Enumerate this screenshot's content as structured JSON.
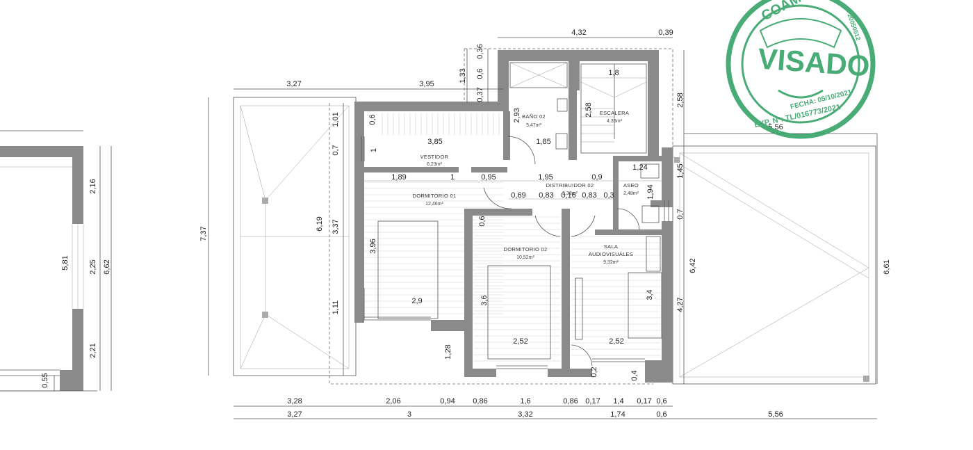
{
  "rooms": [
    {
      "key": "vestidor",
      "name": "VESTIDOR",
      "area": "6,23m²"
    },
    {
      "key": "bano",
      "name": "BAÑO 02",
      "area": "5,47m²"
    },
    {
      "key": "escalera",
      "name": "ESCALERA",
      "area": "4,35m²"
    },
    {
      "key": "distribuidor",
      "name": "DISTRIBUIDOR 02",
      "area": "3,33m²"
    },
    {
      "key": "aseo",
      "name": "ASEO",
      "area": "2,48m²"
    },
    {
      "key": "dormitorio1",
      "name": "DORMITORIO 01",
      "area": "12,46m²"
    },
    {
      "key": "dormitorio2",
      "name": "DORMITORIO 02",
      "area": "10,52m²"
    },
    {
      "key": "sala",
      "name": "SALA",
      "name2": "AUDIOVISUALES",
      "area": "9,32m²"
    }
  ],
  "dimensions": {
    "top_432": "4,32",
    "top_039": "0,39",
    "top_327": "3,27",
    "top_395": "3,95",
    "v_133": "1,33",
    "v_036": "0,36",
    "v_06a": "0,6",
    "v_037": "0,37",
    "v_293": "2,93",
    "v_258a": "2,58",
    "v_258b": "2,58",
    "i_18": "1,8",
    "i_06": "0,6",
    "i_385": "3,85",
    "i_1": "1",
    "i_185": "1,85",
    "i_124": "1,24",
    "i_189": "1,89",
    "i_1b": "1",
    "i_095": "0,95",
    "i_195": "1,95",
    "i_09": "0,9",
    "i_069": "0,69",
    "i_083a": "0,83",
    "i_016": "0,16",
    "i_083b": "0,83",
    "i_03": "0,3",
    "i_194": "1,94",
    "v_145": "1,45",
    "v_07a": "0,7",
    "v_642": "6,42",
    "v_427": "4,27",
    "v_661": "6,61",
    "l_101": "1,01",
    "l_07": "0,7",
    "l_619": "6,19",
    "l_337": "3,37",
    "l_111": "1,11",
    "l_737": "7,37",
    "i_396": "3,96",
    "i_29": "2,9",
    "i_36": "3,6",
    "i_34": "3,4",
    "i_252a": "2,52",
    "i_252b": "2,52",
    "i_128": "1,28",
    "i_02": "0,2",
    "i_04": "0,4",
    "i_06b": "0,6",
    "a_216": "2,16",
    "a_225": "2,25",
    "a_221": "2,21",
    "a_581": "5,81",
    "a_662": "6,62",
    "a_055": "0,55",
    "r_556": "5,56"
  },
  "bottom_row1": [
    "3,28",
    "2,06",
    "0,94",
    "0,86",
    "1,6",
    "0,86",
    "0,17",
    "1,4",
    "0,17",
    "0,6"
  ],
  "bottom_row2": [
    "3,27",
    "3",
    "3,32",
    "1,74",
    "0,6",
    "5,56"
  ],
  "stamp": {
    "org": "COAM",
    "word": "VISADO",
    "date": "FECHA: 05/10/2021",
    "exp": "EXP. Nº: TL/016773/2021",
    "ref": "20050512"
  },
  "colors": {
    "wall": "#8a8a8a",
    "stamp": "#3aa56b"
  }
}
